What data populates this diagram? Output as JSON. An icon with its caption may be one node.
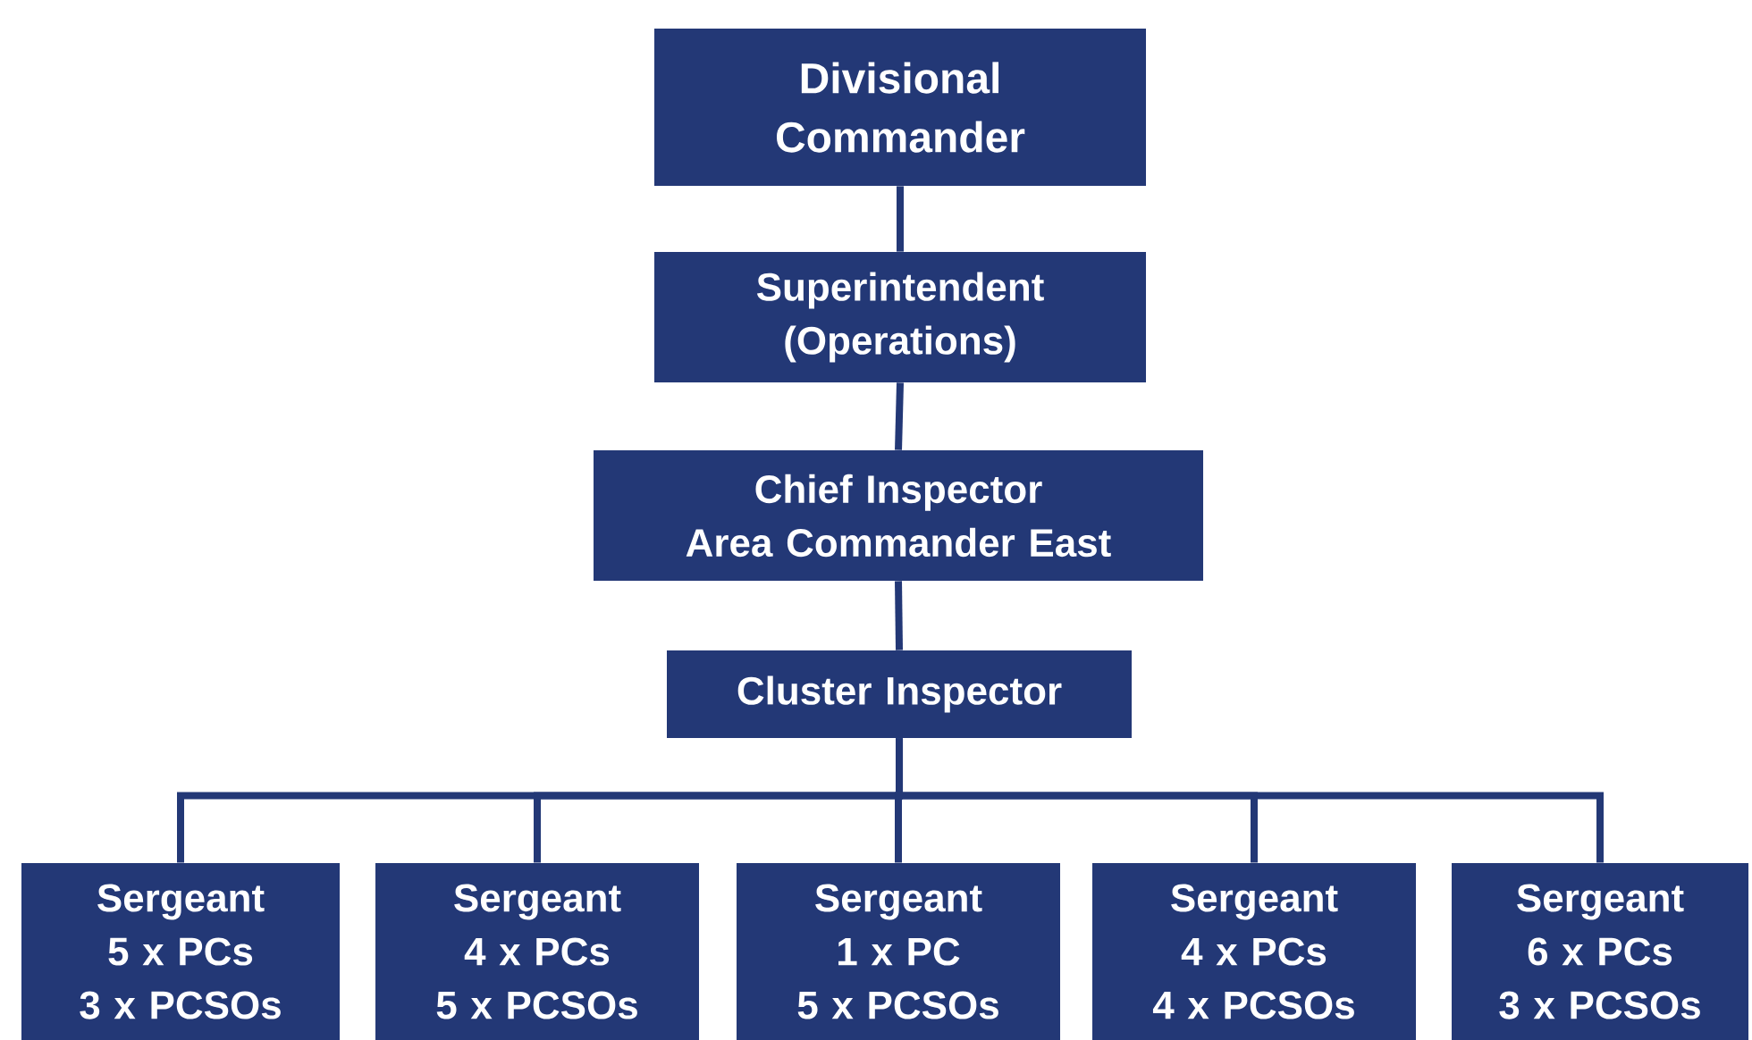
{
  "diagram": {
    "nodes": [
      {
        "text": [
          "Divisional Commander"
        ]
      },
      {
        "text": [
          "Superintendent (Operations)"
        ]
      },
      {
        "text": [
          "Chief Inspector",
          "Area Commander East"
        ]
      },
      {
        "text": [
          "Cluster Inspector"
        ]
      },
      {
        "text": [
          "Sergeant",
          "5 x PCs",
          "3 x PCSOs"
        ]
      },
      {
        "text": [
          "Sergeant",
          "4 x PCs",
          "5 x PCSOs"
        ]
      },
      {
        "text": [
          "Sergeant",
          "1 x PC",
          "5 x PCSOs"
        ]
      },
      {
        "text": [
          "Sergeant",
          "4 x PCs",
          "4 x PCSOs"
        ]
      },
      {
        "text": [
          "Sergeant",
          "6 x PCs",
          "3 x PCSOs"
        ]
      }
    ],
    "edges": [
      {
        "from": 0,
        "to": 1,
        "arrow": "none"
      },
      {
        "from": 1,
        "to": 2,
        "arrow": "none"
      },
      {
        "from": 2,
        "to": 3,
        "arrow": "none"
      },
      {
        "from": 3,
        "to": 4,
        "arrow": "none"
      },
      {
        "from": 3,
        "to": 5,
        "arrow": "none"
      },
      {
        "from": 3,
        "to": 6,
        "arrow": "none"
      },
      {
        "from": 3,
        "to": 7,
        "arrow": "none"
      },
      {
        "from": 3,
        "to": 8,
        "arrow": "none"
      }
    ]
  }
}
